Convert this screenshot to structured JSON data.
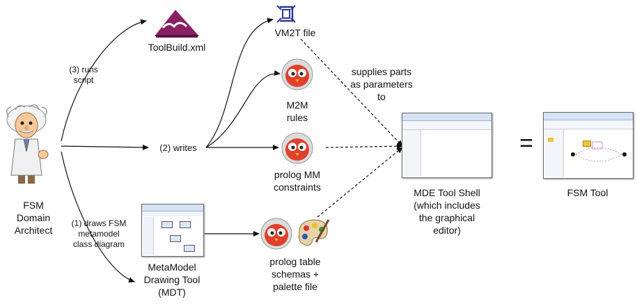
{
  "actor": {
    "label": "FSM\nDomain\nArchitect",
    "icon": "einstein-cartoon-icon"
  },
  "steps": {
    "runs": "(3) runs\nscript",
    "writes": "(2) writes",
    "draws": "(1) draws FSM\nmetamodel\nclass diagram"
  },
  "artifacts": {
    "toolbuild": "ToolBuild.xml",
    "vm2t": "VM2T file",
    "m2m": "M2M\nrules",
    "prolog_mm": "prolog MM\nconstraints",
    "mdt": "MetaModel\nDrawing Tool\n(MDT)",
    "prolog_table": "prolog table\nschemas +\npalette file"
  },
  "edge_label": "supplies parts\nas parameters\nto",
  "shell": {
    "label": "MDE Tool Shell\n(which includes\nthe graphical\neditor)"
  },
  "equals": "=",
  "result": {
    "label": "FSM Tool"
  },
  "colors": {
    "arrow": "#111111",
    "owl_red": "#e0402c",
    "logo_purple": "#8a1f62",
    "vm2t_blue": "#2b3a8f"
  }
}
